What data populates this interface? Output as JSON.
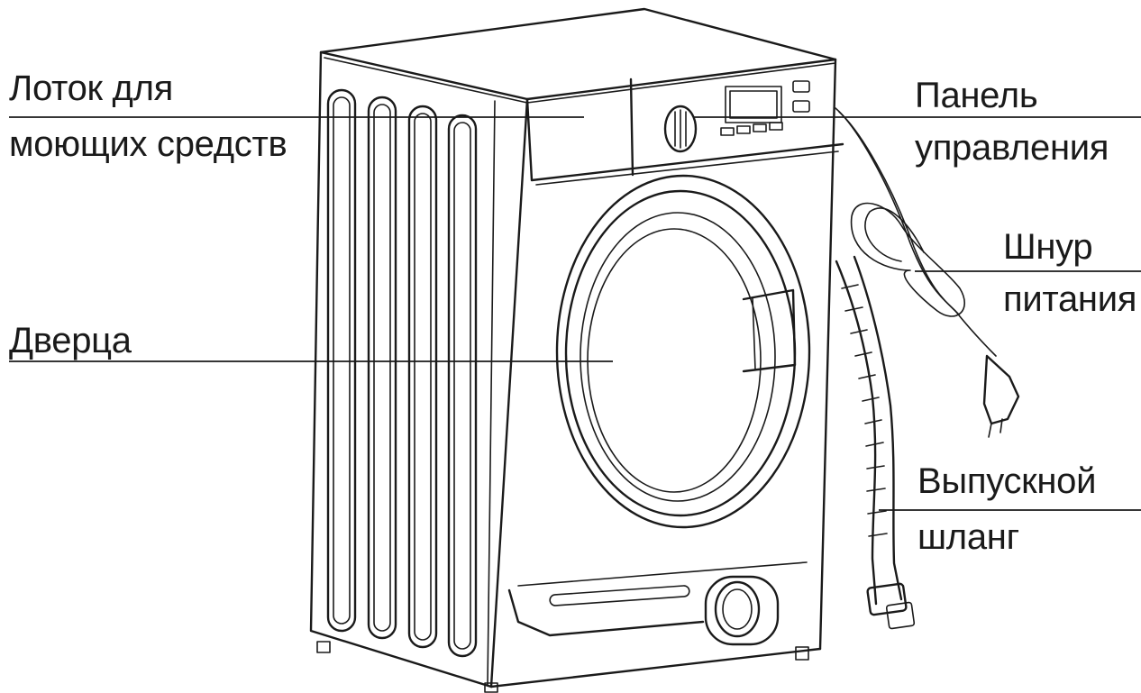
{
  "labels": {
    "detergent_tray": {
      "line1": "Лоток для",
      "line2": "моющих средств"
    },
    "door": "Дверца",
    "control_panel": {
      "line1": "Панель",
      "line2": "управления"
    },
    "power_cord": {
      "line1": "Шнур",
      "line2": "питания"
    },
    "drain_hose": {
      "line1": "Выпускной",
      "line2": "шланг"
    }
  },
  "colors": {
    "ink": "#1a1a1a",
    "background": "#ffffff"
  },
  "icons": [
    "washing-machine-illustration",
    "power-plug-icon",
    "drain-hose-illustration"
  ]
}
